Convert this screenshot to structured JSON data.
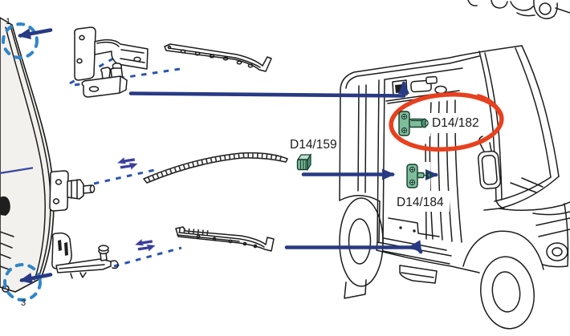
{
  "diagram": {
    "description": "Exploded parts diagram of van sliding-door hardware with locations shown on vehicle",
    "part_labels": {
      "seal_block": "D14/159",
      "upper_door_check": "D14/182",
      "lower_door_check": "D14/184"
    },
    "callouts": {
      "top_corner": "1",
      "bottom_corner": "3"
    }
  },
  "icons": {
    "swap_arrows_icon": "opposing-double-arrows",
    "pointer_arrow_icon": "solid-navy-direction-arrow",
    "highlight_ring_icon": "hand-drawn-red-ellipse"
  },
  "colors": {
    "line_art": "#1c1c1c",
    "panel_fill": "#f2f1ee",
    "arrow_navy": "#283a84",
    "dash_blue": "#2a55b2",
    "corner_dash_blue": "#2f86c8",
    "swap_icon_blue": "#3a3f9e",
    "part_green": "#7fbc9c",
    "part_green_light": "#bfdfce",
    "part_green_dark": "#4f8d74",
    "part_green_outline": "#123c2a",
    "highlight_red": "#e8401e",
    "label_text": "#1a1a1a"
  }
}
